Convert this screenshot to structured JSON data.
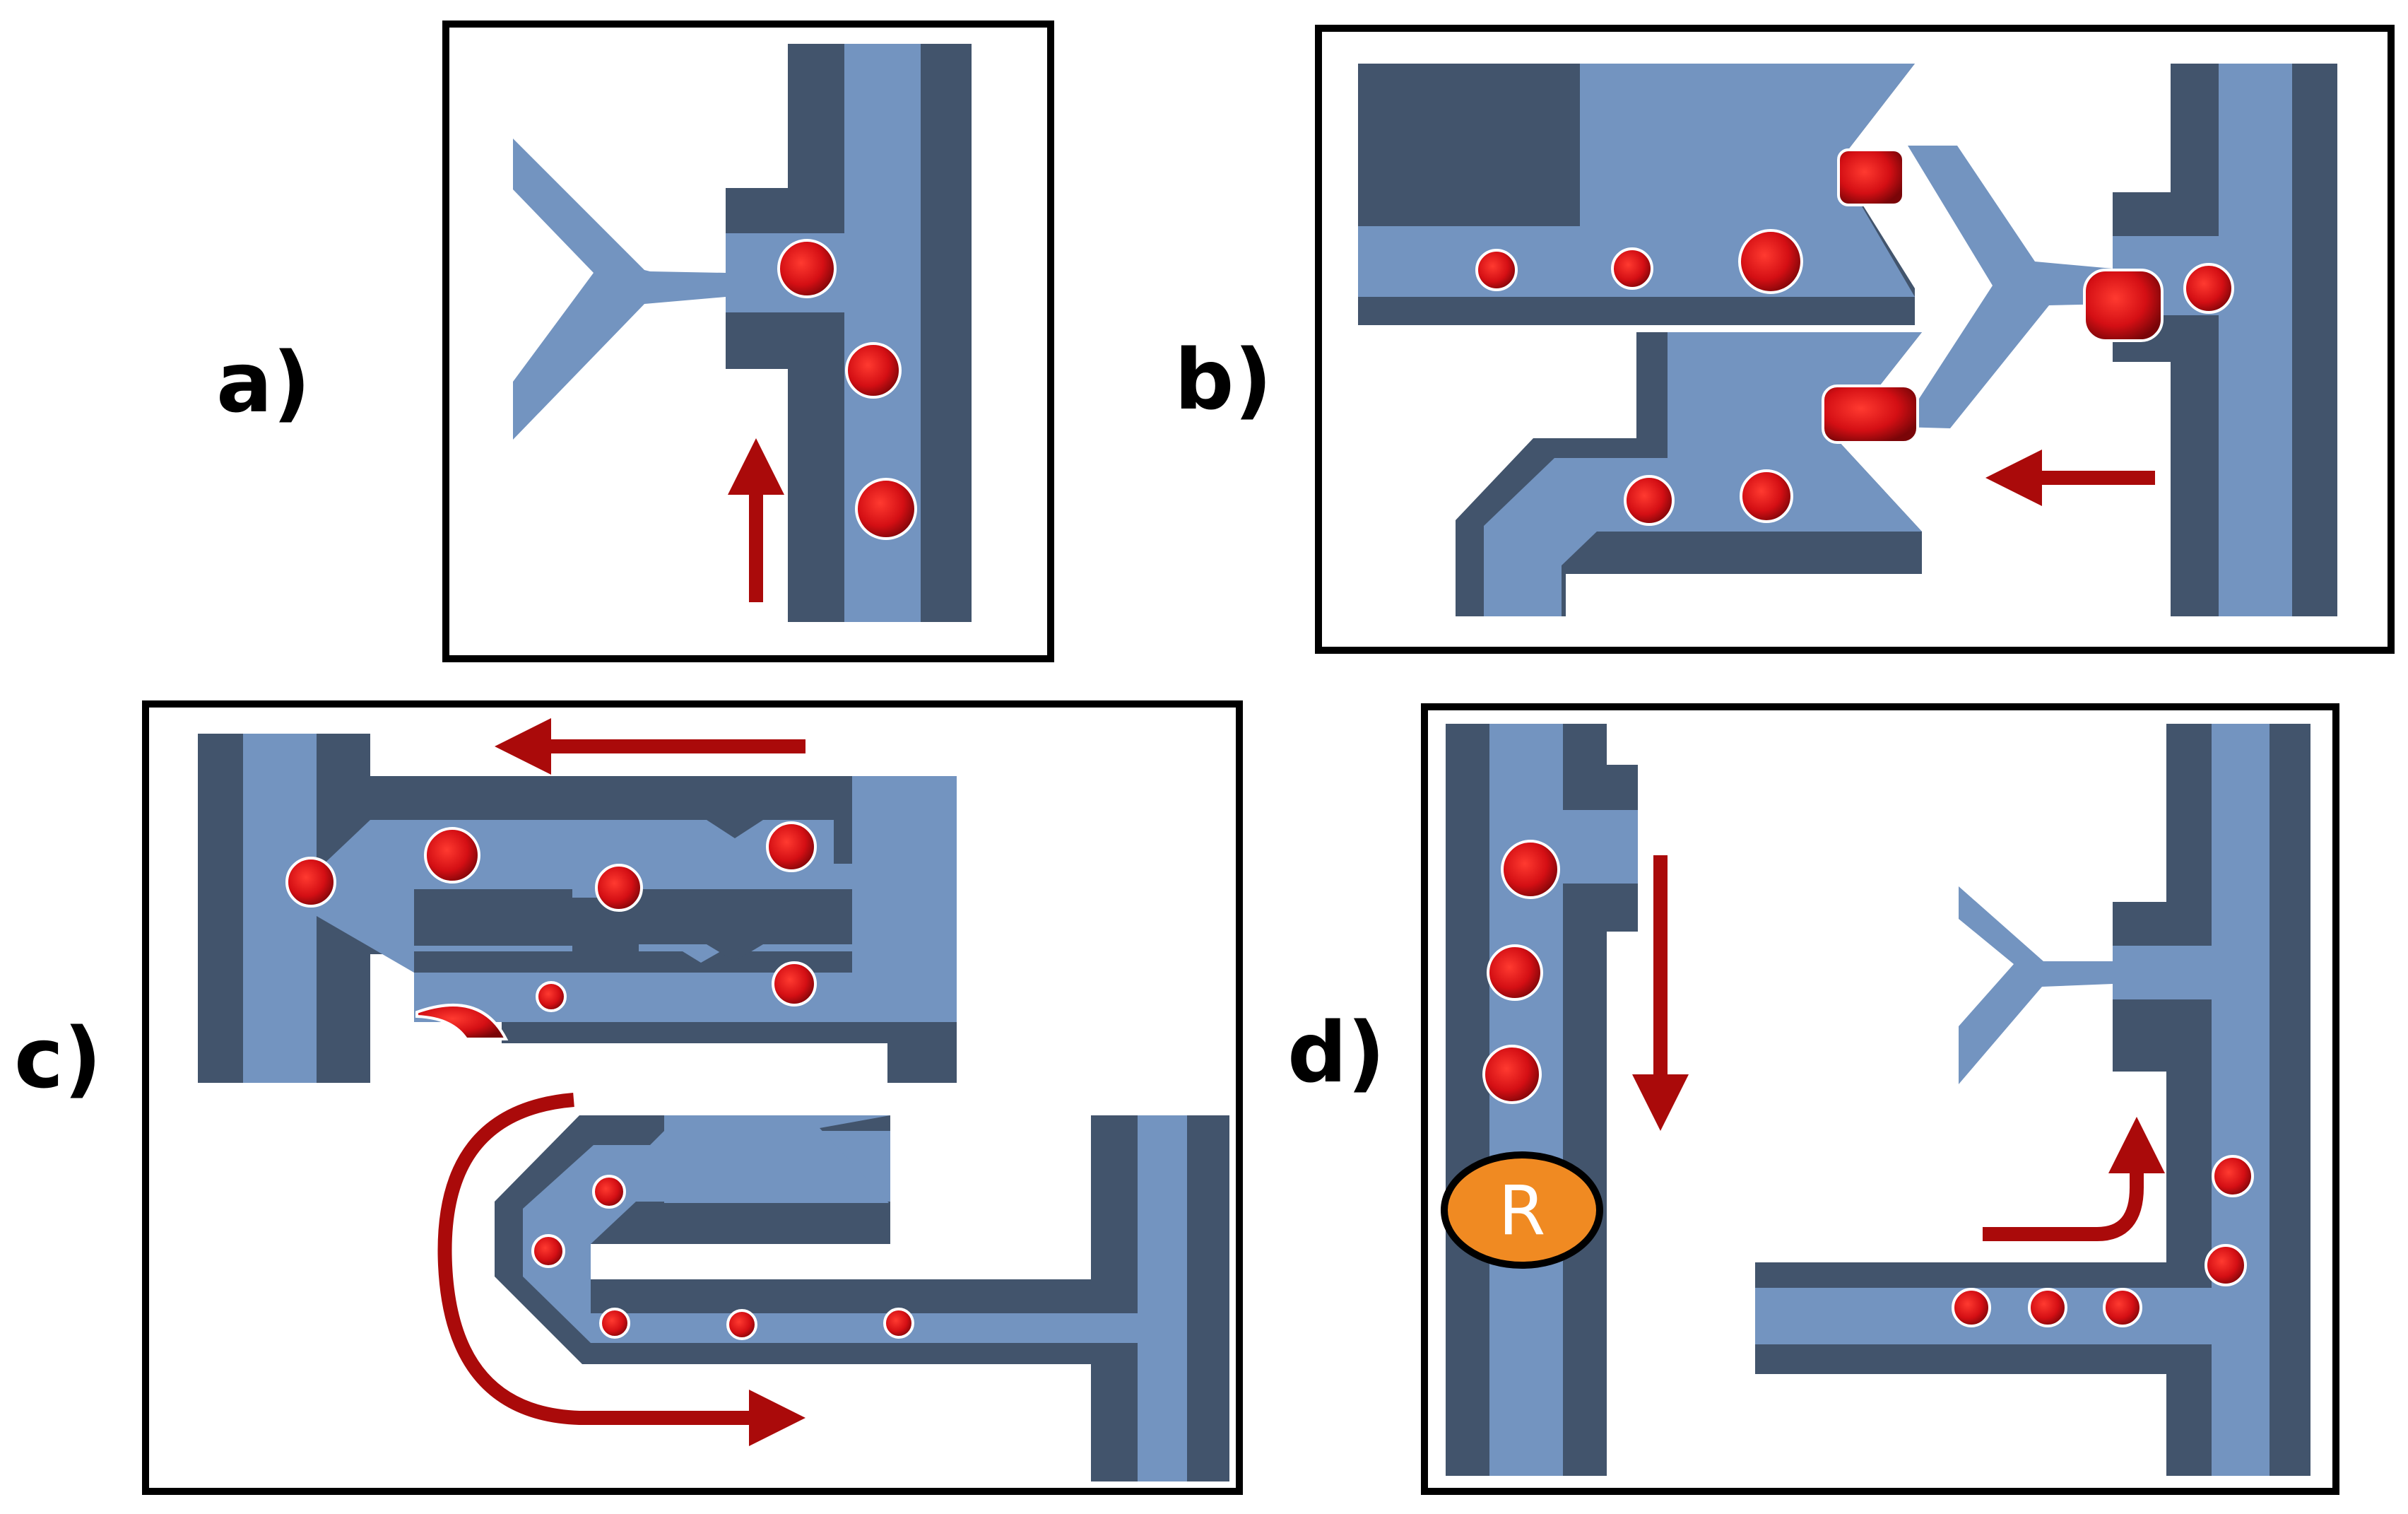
{
  "panels": [
    {
      "label": "a)"
    },
    {
      "label": "b)"
    },
    {
      "label": "c)"
    },
    {
      "label": "d)"
    }
  ],
  "marker": {
    "text": "R",
    "color": "#f08a22"
  },
  "colors": {
    "channel_light": "#7394c0",
    "channel_dark": "#42546c",
    "particle": "#d40f14",
    "arrow": "#aa0a0a",
    "frame": "#000000"
  },
  "icons": [
    "up-arrow-icon",
    "left-arrow-icon",
    "down-arrow-icon",
    "curved-arrow-icon"
  ]
}
